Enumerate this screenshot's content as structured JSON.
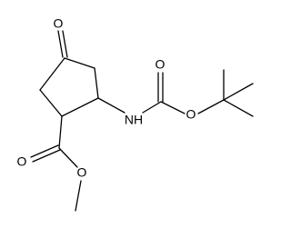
{
  "molecule": {
    "atoms": {
      "ketone_oxygen": "O",
      "amide_nitrogen": "NH",
      "carbamate_carbonyl_oxygen": "O",
      "carbamate_ether_oxygen": "O",
      "ester_carbonyl_oxygen": "O",
      "ester_ether_oxygen": "O"
    }
  },
  "colors": {
    "bond": "#000000",
    "label": "#000000",
    "background": "#ffffff"
  }
}
